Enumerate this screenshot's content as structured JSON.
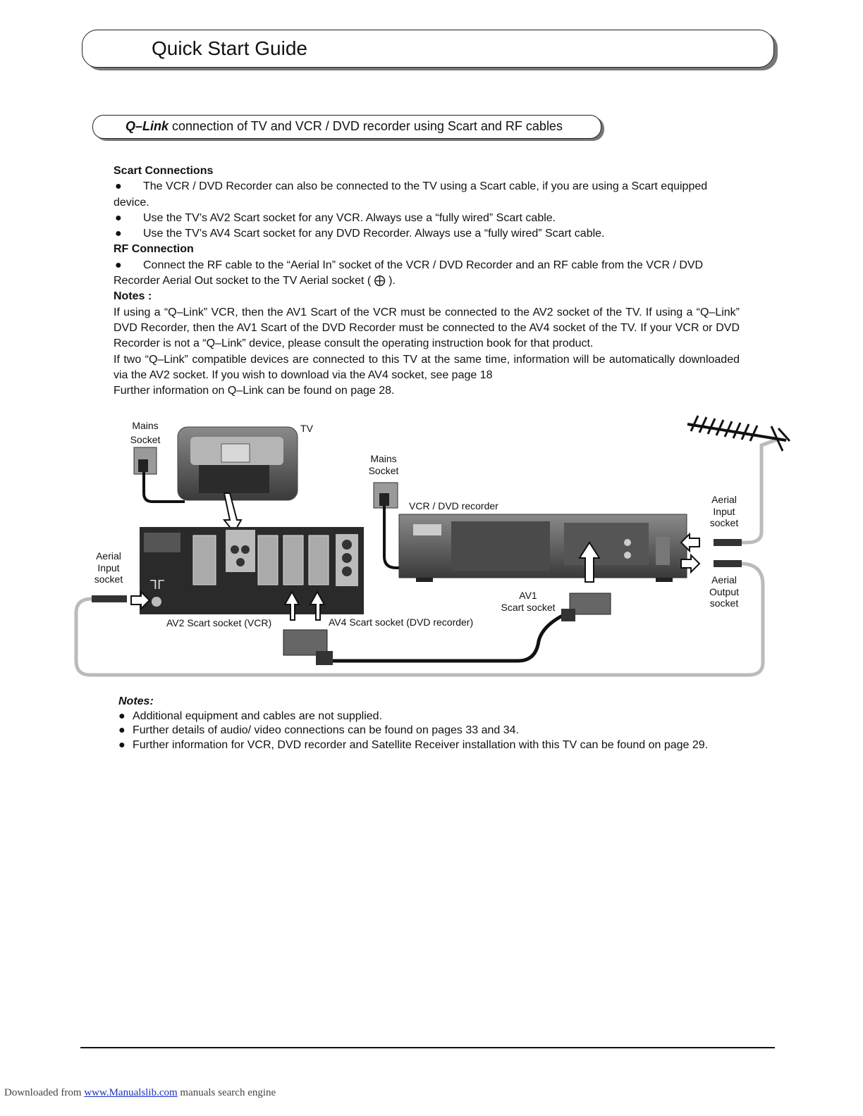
{
  "page": {
    "title": "Quick Start Guide",
    "section_title_bold": "Q–Link",
    "section_title_rest": " connection of TV and VCR / DVD recorder using Scart and RF cables"
  },
  "scart": {
    "heading": "Scart Connections",
    "bullets": [
      "The VCR / DVD Recorder can also be connected to the TV using a Scart cable, if you are using a Scart equipped",
      "Use the TV’s AV2 Scart socket for any VCR. Always use a “fully wired” Scart cable.",
      "Use the TV’s AV4 Scart socket for any DVD Recorder.  Always use a “fully wired” Scart cable."
    ],
    "bullet1_cont": "device."
  },
  "rf": {
    "heading": "RF Connection",
    "bullet": "Connect the RF cable to the “Aerial In” socket of the VCR / DVD Recorder and an RF cable from the VCR / DVD",
    "bullet_cont": "Recorder Aerial Out socket to the TV Aerial socket ( ⨁ )."
  },
  "notes": {
    "heading": "Notes :",
    "para1": "If using a “Q–Link” VCR, then the AV1 Scart of the VCR must be connected to the AV2 socket of the TV. If using a “Q–Link” DVD Recorder, then the AV1 Scart of the DVD Recorder  must be connected to the AV4 socket of the TV. If your VCR or DVD Recorder is not a “Q–Link” device, please consult the operating instruction book for that product.",
    "para2": "If two “Q–Link” compatible devices are connected to this TV at the same time, information will be automatically downloaded via the AV2 socket. If you wish to download via the AV4 socket, see page 18",
    "para3": "Further information on Q–Link can be found on page 28."
  },
  "diagram": {
    "mains_socket_tv": [
      "Mains",
      "Socket"
    ],
    "tv": "TV",
    "mains_socket_vcr": [
      "Mains",
      "Socket"
    ],
    "vcr_dvd_recorder": "VCR / DVD  recorder",
    "aerial_input_tv": [
      "Aerial",
      "Input",
      "socket"
    ],
    "aerial_input_vcr": [
      "Aerial",
      "Input",
      "socket"
    ],
    "aerial_output_vcr": [
      "Aerial",
      "Output",
      "socket"
    ],
    "av1_scart": [
      "AV1",
      "Scart socket"
    ],
    "av2_scart": "AV2 Scart socket (VCR)",
    "av4_scart": "AV4 Scart socket (DVD recorder)"
  },
  "bottom_notes": {
    "heading": "Notes:",
    "items": [
      "Additional equipment and cables are not supplied.",
      "Further details of audio/ video connections can be found on pages 33 and 34.",
      "Further information for VCR, DVD recorder and Satellite Receiver installation with this TV can be found on page 29."
    ]
  },
  "footer": {
    "prefix": "Downloaded from ",
    "link": "www.Manualslib.com",
    "suffix": "  manuals search engine"
  },
  "bullet_glyph": "●"
}
